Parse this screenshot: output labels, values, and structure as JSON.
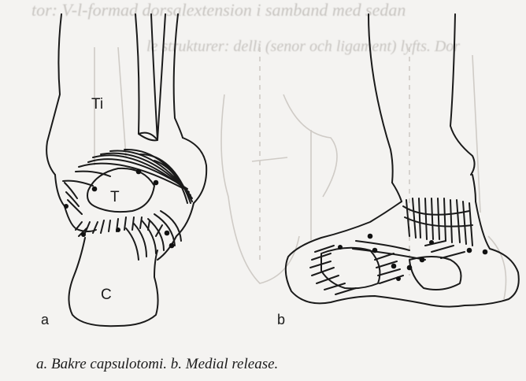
{
  "figure": {
    "caption": "a. Bakre capsulotomi. b. Medial release.",
    "panel_a": {
      "letter": "a",
      "labels": {
        "tibia": "Ti",
        "talus": "T",
        "calcaneus": "C"
      }
    },
    "panel_b": {
      "letter": "b"
    },
    "bleed_through": {
      "line1": "tor: V-l-formad dorsalextension i samband med sedan",
      "line2": "le strukturer: delli (senor och ligament) lyfts. Dor"
    }
  }
}
